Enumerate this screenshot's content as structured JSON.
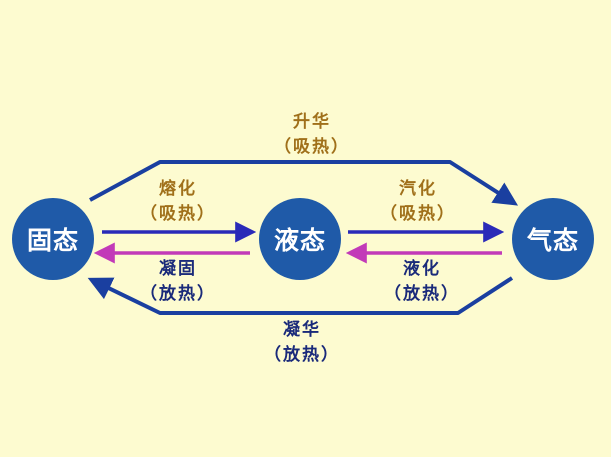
{
  "states": {
    "solid": "固态",
    "liquid": "液态",
    "gas": "气态"
  },
  "transitions": {
    "sublimation": {
      "name": "升华",
      "heat": "（吸热）"
    },
    "melting": {
      "name": "熔化",
      "heat": "（吸热）"
    },
    "vaporization": {
      "name": "汽化",
      "heat": "（吸热）"
    },
    "solidification": {
      "name": "凝固",
      "heat": "（放热）"
    },
    "liquefaction": {
      "name": "液化",
      "heat": "（放热）"
    },
    "deposition": {
      "name": "凝华",
      "heat": "（放热）"
    }
  },
  "colors": {
    "background": "#fdfbd0",
    "node": "#1f5aa8",
    "absorb_arrow": "#2a2ab8",
    "release_arrow": "#c23ab8",
    "outer_arrow": "#1a3fa0",
    "absorb_text": "#a0701a",
    "release_text": "#1a2a7a"
  }
}
